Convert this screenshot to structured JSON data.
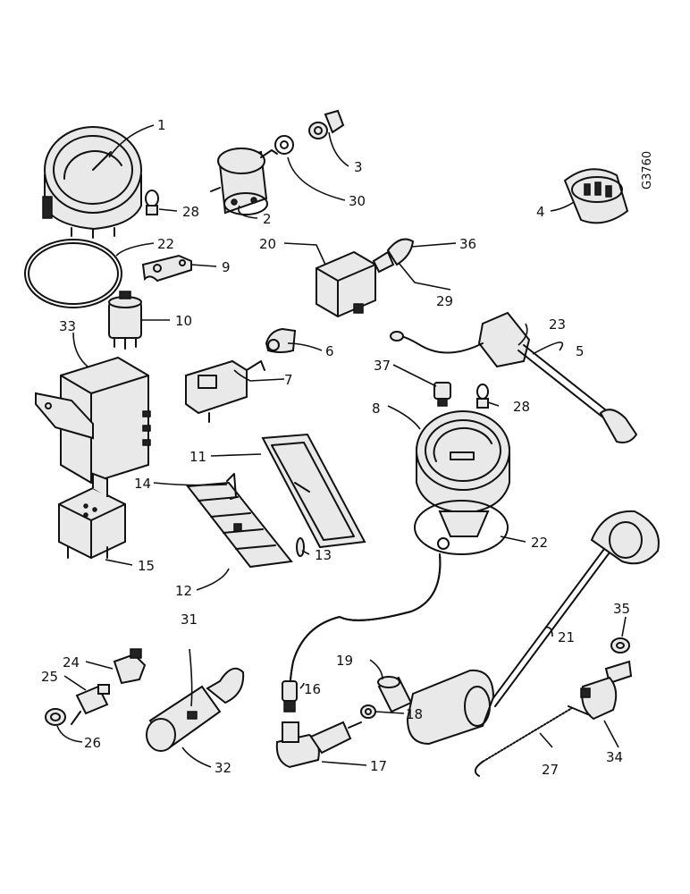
{
  "drawing": {
    "reference_code": "G3760"
  },
  "callouts": {
    "c1": "1",
    "c2": "2",
    "c3": "3",
    "c4": "4",
    "c5": "5",
    "c6": "6",
    "c7": "7",
    "c8": "8",
    "c9": "9",
    "c10": "10",
    "c11": "11",
    "c12": "12",
    "c13": "13",
    "c14": "14",
    "c15": "15",
    "c16": "16",
    "c17": "17",
    "c18": "18",
    "c19": "19",
    "c20": "20",
    "c21": "21",
    "c22a": "22",
    "c22b": "22",
    "c23": "23",
    "c24": "24",
    "c25": "25",
    "c26": "26",
    "c27": "27",
    "c28a": "28",
    "c28b": "28",
    "c29": "29",
    "c30": "30",
    "c31": "31",
    "c32": "32",
    "c33": "33",
    "c34": "34",
    "c35": "35",
    "c36": "36",
    "c37": "37"
  }
}
